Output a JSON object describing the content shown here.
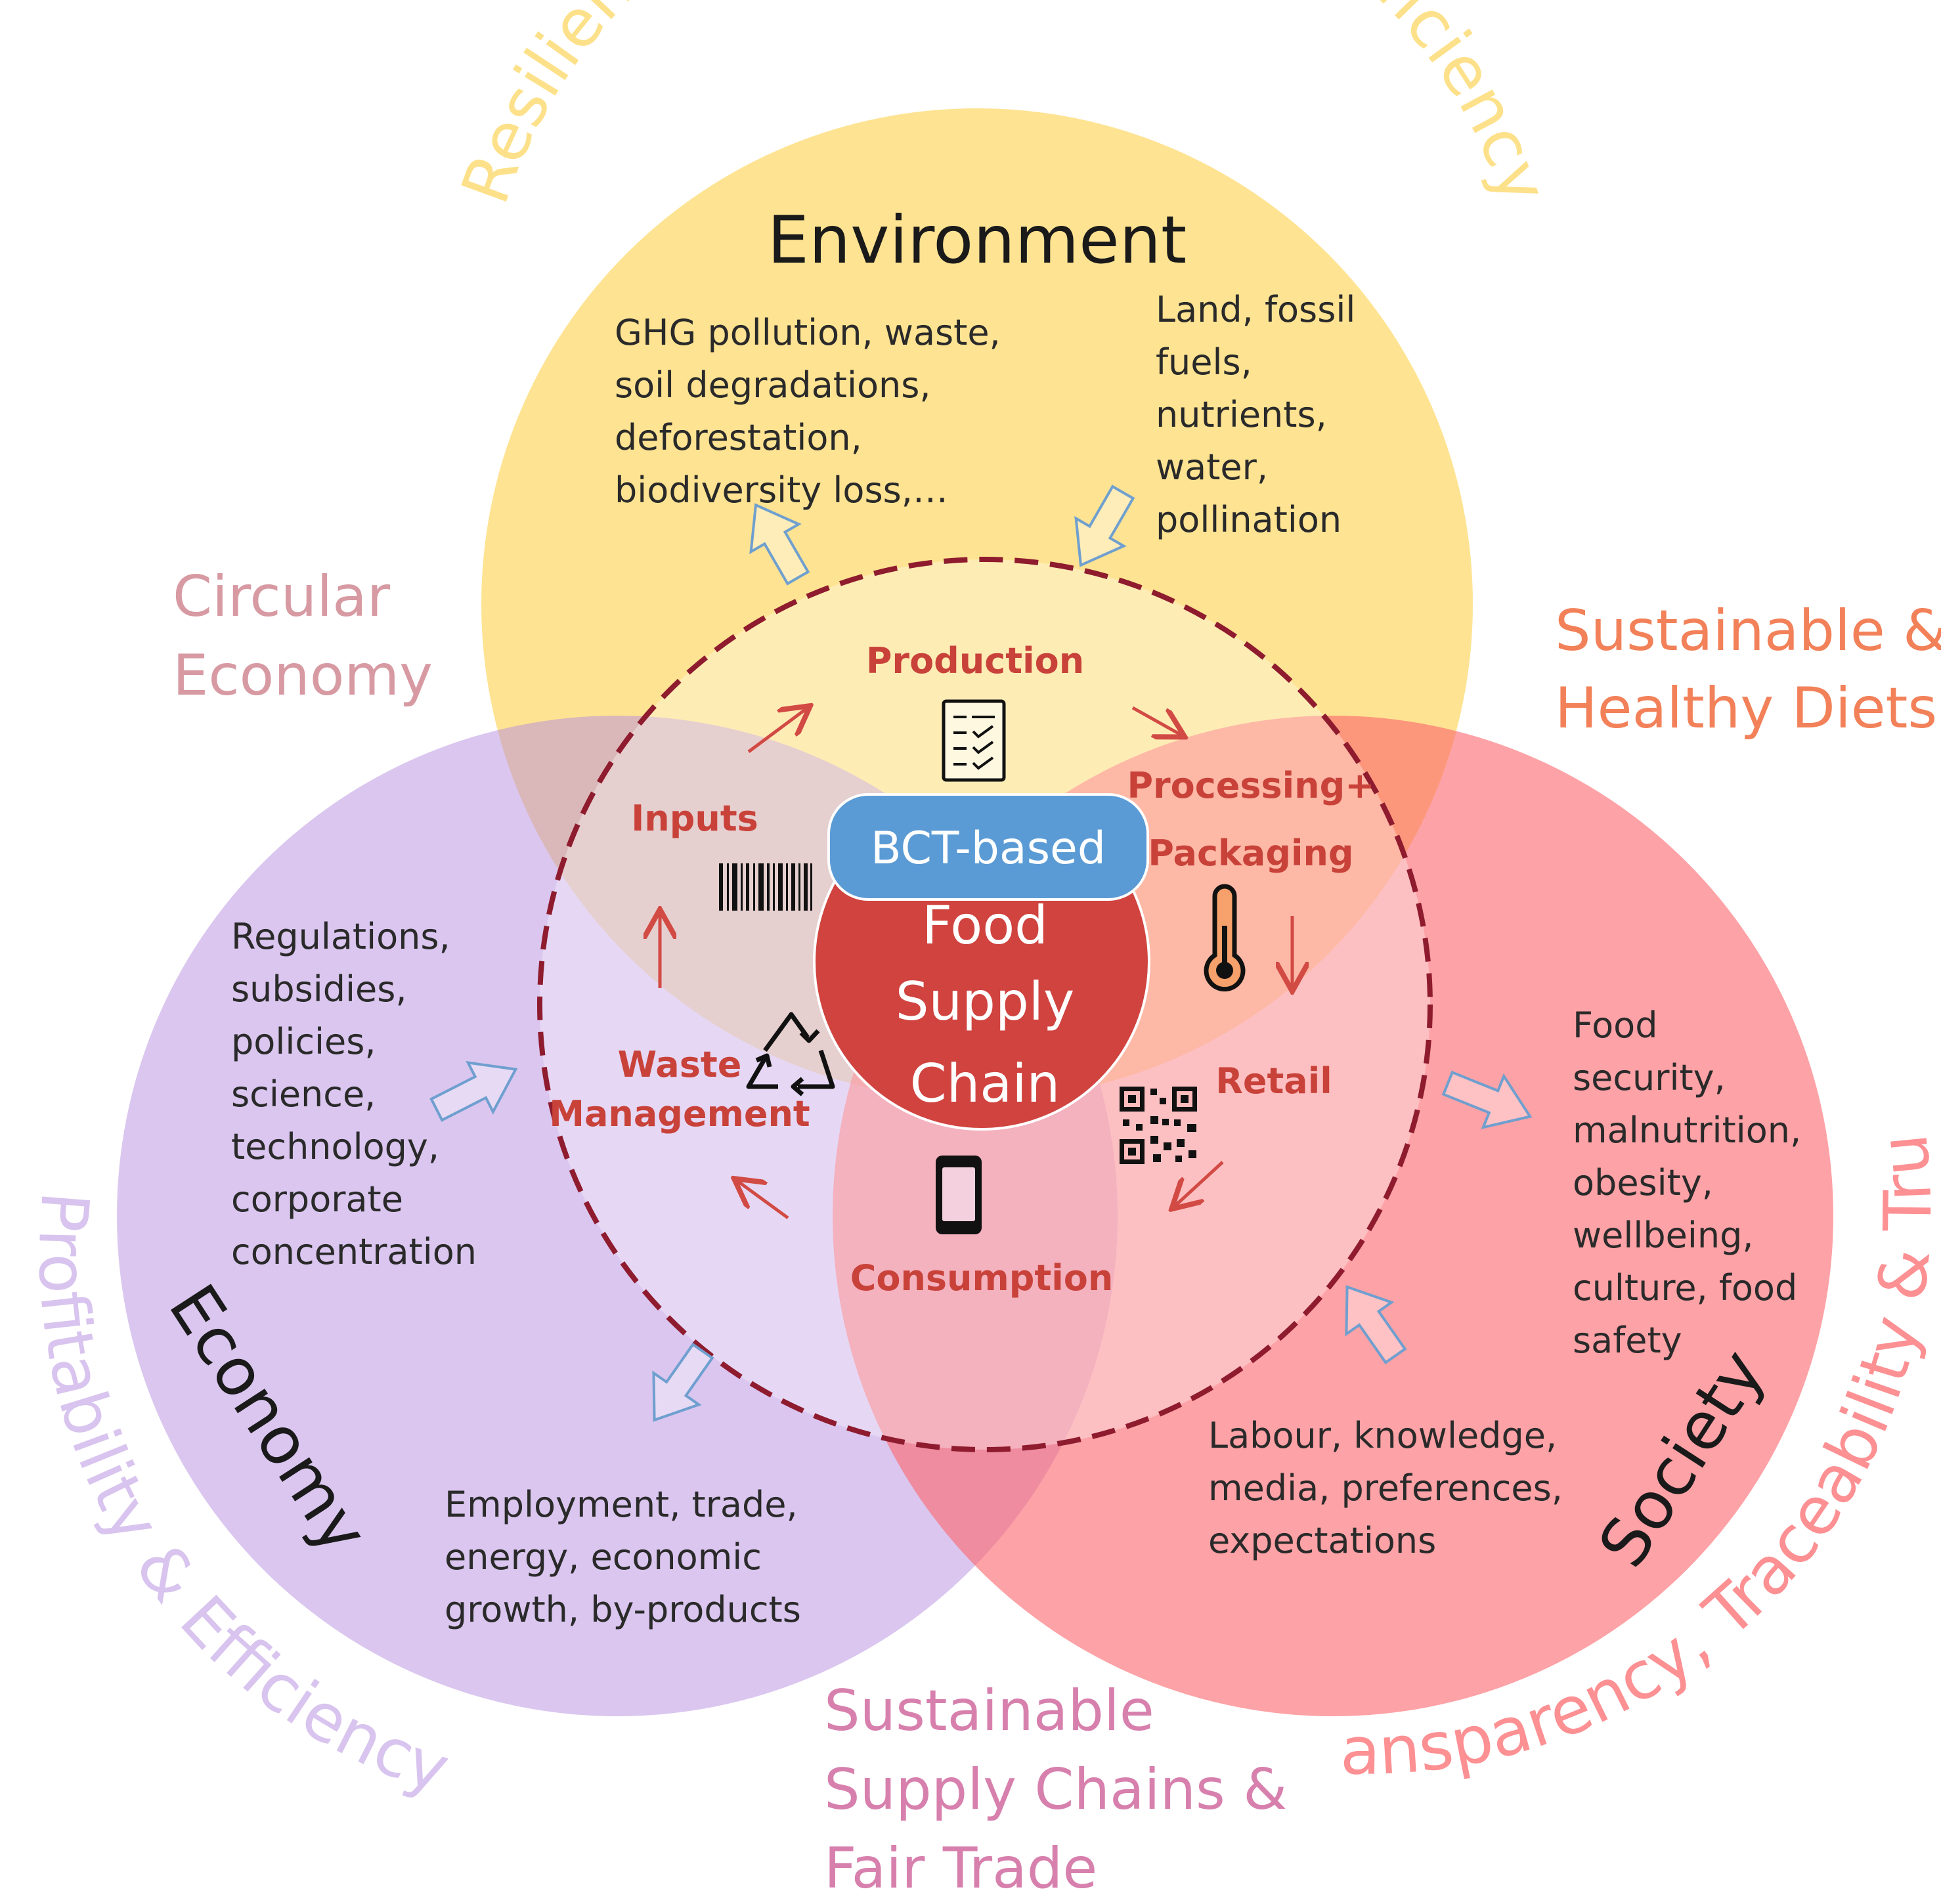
{
  "colors": {
    "environment": "#fce189",
    "economy": "#cfb2e6",
    "society": "#fc8b8f",
    "center": "#d0433f",
    "bct": "#5b9bd5",
    "step_text": "#c8423a",
    "dashed_ring": "#8e1b2e",
    "arrow_outline": "#6f9fcf"
  },
  "arcs": {
    "resilience": "Resilience & Natural Resource Efficiency",
    "profitability": "Profitability & Efficiency",
    "transparency": "Transparency, Traceability & Trust"
  },
  "goals": {
    "circular": [
      "Circular",
      "Economy"
    ],
    "diets": [
      "Sustainable &",
      "Healthy Diets"
    ],
    "fair_trade": [
      "Sustainable",
      "Supply Chains &",
      "Fair Trade"
    ]
  },
  "environment": {
    "title": "Environment",
    "outputs": [
      "GHG pollution, waste,",
      "soil degradations,",
      "deforestation,",
      "biodiversity loss,…"
    ],
    "inputs": [
      "Land, fossil",
      "fuels,",
      "nutrients,",
      "water,",
      "pollination"
    ]
  },
  "economy": {
    "title": "Economy",
    "inputs": [
      "Regulations,",
      "subsidies,",
      "policies,",
      "science,",
      "technology,",
      "corporate",
      "concentration"
    ],
    "outputs": [
      "Employment, trade,",
      "energy, economic",
      "growth, by-products"
    ]
  },
  "society": {
    "title": "Society",
    "outputs": [
      "Food",
      "security,",
      "malnutrition,",
      "obesity,",
      "wellbeing,",
      "culture, food",
      "safety"
    ],
    "inputs": [
      "Labour, knowledge,",
      "media, preferences,",
      "expectations"
    ]
  },
  "supply_chain": {
    "bct_label": "BCT-based",
    "center": [
      "Food",
      "Supply",
      "Chain"
    ],
    "steps": {
      "production": "Production",
      "processing": [
        "Processing+",
        "Packaging"
      ],
      "retail": "Retail",
      "consumption": "Consumption",
      "waste": [
        "Waste",
        "Management"
      ],
      "inputs": "Inputs"
    }
  },
  "icons": [
    "checklist-icon",
    "barcode-icon",
    "thermometer-icon",
    "recycle-icon",
    "qr-code-icon",
    "smartphone-icon"
  ]
}
